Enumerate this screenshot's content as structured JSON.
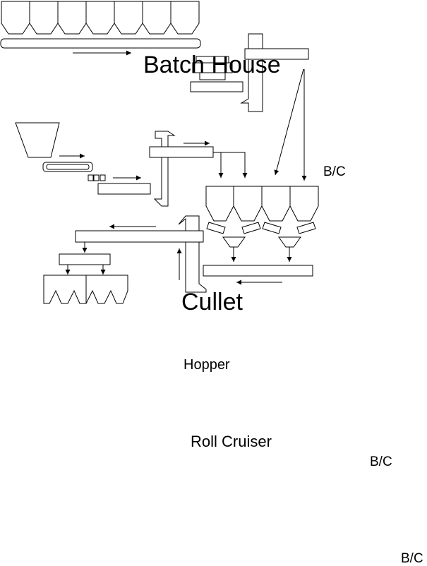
{
  "labels": {
    "batch_house": "Batch House",
    "cullet": "Cullet",
    "hopper": "Hopper",
    "roll_cruiser": "Roll Cruiser",
    "bc_1": "B/C",
    "bc_2": "B/C",
    "bc_3": "B/C"
  },
  "colors": {
    "line": "#000000",
    "background": "#ffffff"
  }
}
